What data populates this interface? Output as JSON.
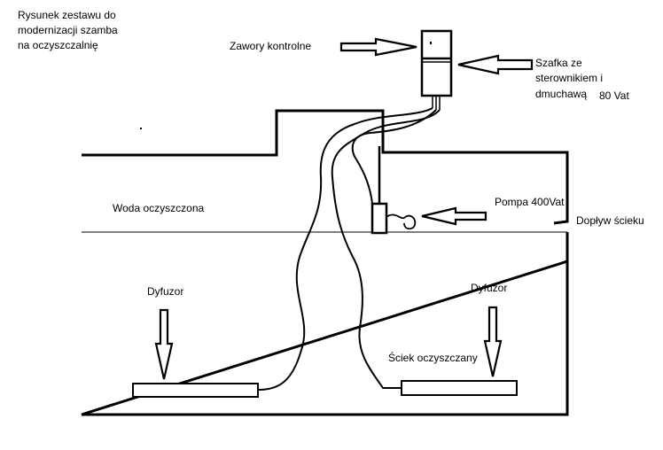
{
  "title": {
    "lines": [
      "Rysunek zestawu do",
      "modernizacji szamba",
      "na oczyszczalnię"
    ]
  },
  "labels": {
    "valves": "Zawory kontrolne",
    "cabinet_lines": [
      "Szafka ze",
      "sterownikiem i",
      "dmuchawą"
    ],
    "cabinet_power": "80 Vat",
    "treated_water": "Woda oczyszczona",
    "pump": "Pompa 400Vat",
    "inflow": "Dopływ ścieku",
    "diffuser_left": "Dyfuzor",
    "diffuser_right": "Dyfuzor",
    "sewage_treated": "Ściek oczyszczany"
  },
  "colors": {
    "line": "#000000",
    "background": "#ffffff"
  }
}
